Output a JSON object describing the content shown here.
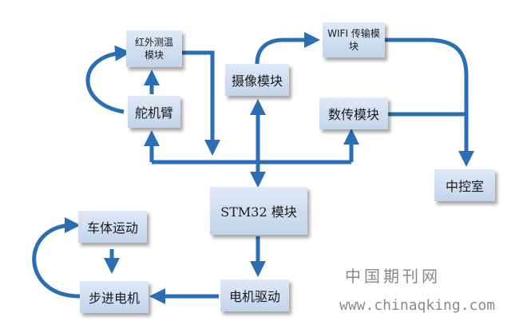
{
  "nodes": {
    "ir_temp": "红外测温\n模块",
    "wifi": "WIFI 传输模\n块",
    "camera": "摄像模块",
    "arm": "舵机臂",
    "datalink": "数传模块",
    "control": "中控室",
    "stm32": "STM32 模块",
    "body_motion": "车体运动",
    "motor_drive": "电机驱动",
    "stepper": "步进电机"
  },
  "watermark": {
    "name": "中国期刊网",
    "url": "www.chinaqking.com"
  },
  "colors": {
    "arrow": "#2a6fb3",
    "box_top": "#dfe9f6",
    "box_bottom": "#c3d4eb"
  }
}
